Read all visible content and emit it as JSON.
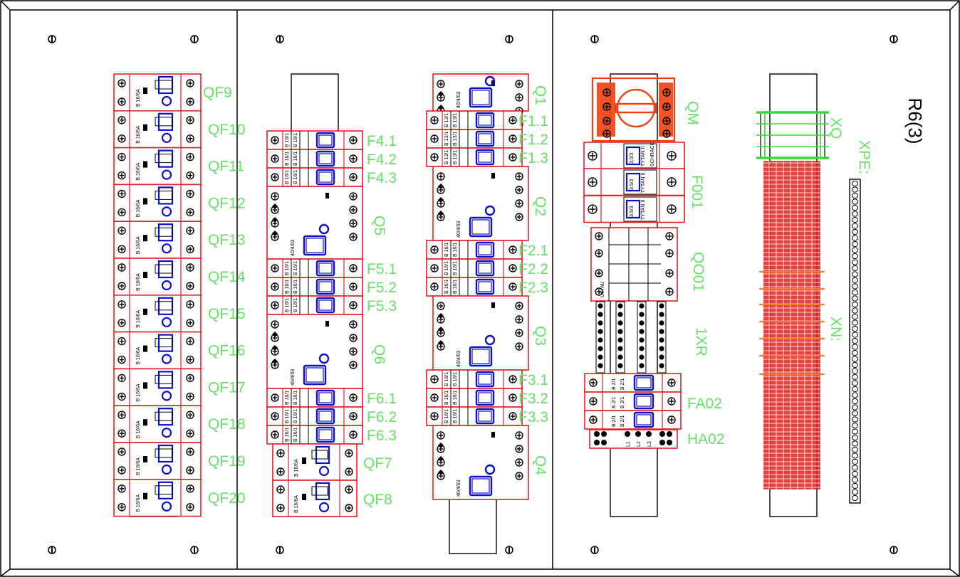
{
  "title": "R6(3)",
  "colors": {
    "label": "#66e066",
    "device": "#e02020",
    "blue": "#1010c8",
    "terminal": "#f04010",
    "line": "#000000"
  },
  "panel1": {
    "breakers": [
      "QF9",
      "QF10",
      "QF11",
      "QF12",
      "QF13",
      "QF14",
      "QF15",
      "QF16",
      "QF17",
      "QF18",
      "QF19",
      "QF20"
    ],
    "breaker_rating": "B 16/6A"
  },
  "panel2": {
    "fuses": [
      "F4.1",
      "F4.2",
      "F4.3",
      "F5.1",
      "F5.2",
      "F5.3",
      "F6.1",
      "F6.2",
      "F6.3"
    ],
    "switches": [
      "Q5",
      "Q6"
    ],
    "breakers": [
      "QF7",
      "QF8"
    ],
    "fuse_rating": "B 16/1",
    "switch_rating": "40/4/03",
    "breaker_rating": "B 16/6A"
  },
  "panel3": {
    "switches": [
      "Q1",
      "Q2",
      "Q3",
      "Q4"
    ],
    "fuses": [
      "F1.1",
      "F1.2",
      "F1.3",
      "F2.1",
      "F2.2",
      "F2.3",
      "F3.1",
      "F3.2",
      "F3.3"
    ],
    "fuse_rating_1": "B 13/1",
    "fuse_rating": "B 16/1",
    "switch_rating": "40/4/03"
  },
  "panel4": {
    "main_switch": "QM",
    "fuse_block": "F001",
    "contactor": "QO01",
    "terminal_strip": "1XR",
    "fuse_block_2": "FA02",
    "indicator": "HA02",
    "fuse_block_2_rating": "B 2/1",
    "fuse_marks": [
      "TYTAN II",
      "SCHRACK",
      "3,5/3"
    ],
    "indicator_marks": [
      "L1",
      "L2",
      "L3"
    ]
  },
  "panel5": {
    "terminals_xq": "XQ",
    "terminals_xpe": "XPE:",
    "terminals_xn": "XN:"
  }
}
